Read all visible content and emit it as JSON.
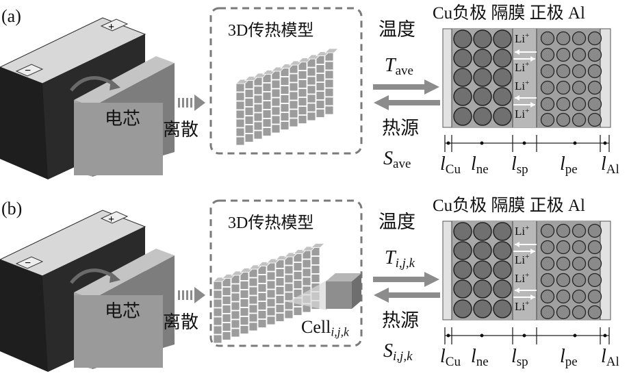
{
  "panels": [
    {
      "label": "(a)",
      "core_label": "电芯",
      "discretize_label": "离散",
      "model_title": "3D传热模型",
      "temperature_label": "温度",
      "temperature_symbol": "T",
      "temperature_sub": "ave",
      "heat_label": "热源",
      "heat_symbol": "S",
      "heat_sub": "ave",
      "has_cell": false
    },
    {
      "label": "(b)",
      "core_label": "电芯",
      "discretize_label": "离散",
      "model_title": "3D传热模型",
      "temperature_label": "温度",
      "temperature_symbol": "T",
      "temperature_sub": "i,j,k",
      "heat_label": "热源",
      "heat_symbol": "S",
      "heat_sub": "i,j,k",
      "has_cell": true,
      "cell_label": "Cell",
      "cell_sub": "i,j,k"
    }
  ],
  "cell_structure": {
    "header": "Cu负极 隔膜 正极 Al",
    "ion_label": "Li",
    "ion_sup": "+",
    "dims": [
      {
        "sym": "l",
        "sub": "Cu"
      },
      {
        "sym": "l",
        "sub": "ne"
      },
      {
        "sym": "l",
        "sub": "sp"
      },
      {
        "sym": "l",
        "sub": "pe"
      },
      {
        "sym": "l",
        "sub": "Al"
      }
    ]
  },
  "colors": {
    "battery": "#1e1e1e",
    "core": "#9a9a9a",
    "arrow": "#8c8c8c",
    "dash": "#7a7a7a"
  }
}
